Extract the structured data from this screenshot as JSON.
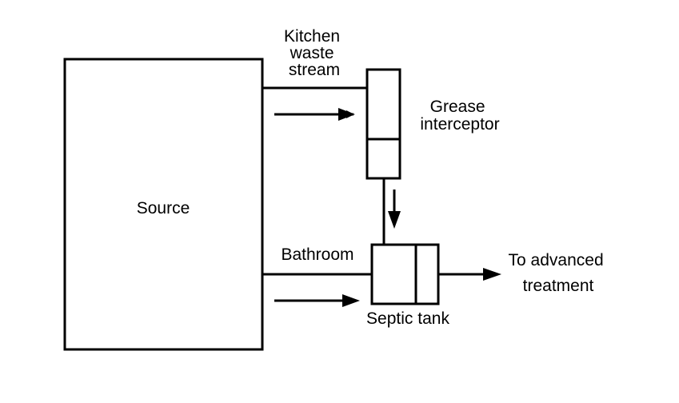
{
  "diagram": {
    "source_label": "Source",
    "kitchen_label_line1": "Kitchen",
    "kitchen_label_line2": "waste",
    "kitchen_label_line3": "stream",
    "grease_label_line1": "Grease",
    "grease_label_line2": "interceptor",
    "bathroom_label": "Bathroom",
    "septic_label": "Septic tank",
    "outlet_label_line1": "To advanced",
    "outlet_label_line2": "treatment"
  },
  "colors": {
    "stroke": "#000000",
    "background": "#ffffff"
  }
}
